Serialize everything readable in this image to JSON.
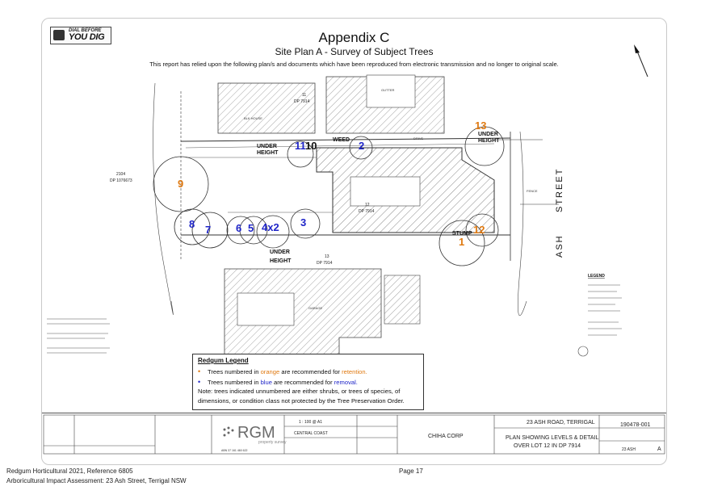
{
  "header": {
    "logo_line1": "DIAL BEFORE",
    "logo_line2": "YOU DIG",
    "title": "Appendix C",
    "subtitle": "Site Plan A - Survey of Subject Trees",
    "disclaimer": "This report has relied upon the following plan/s and documents which have been reproduced from electronic transmission and no longer to original scale."
  },
  "plan": {
    "lot_top": "11",
    "dp_top": "DP 7914",
    "lot_left": "2104",
    "dp_left": "DP 1076673",
    "lot_main": "12",
    "dp_main": "DP 7914",
    "lot_bottom": "13",
    "dp_bottom": "DP 7914",
    "street_name_1": "ASH",
    "street_name_2": "STREET",
    "trees": [
      {
        "number": "1",
        "status": "retention"
      },
      {
        "number": "2",
        "status": "removal"
      },
      {
        "number": "3",
        "status": "removal"
      },
      {
        "number": "4x2",
        "status": "removal"
      },
      {
        "number": "5",
        "status": "removal"
      },
      {
        "number": "6",
        "status": "removal"
      },
      {
        "number": "7",
        "status": "removal"
      },
      {
        "number": "8",
        "status": "removal"
      },
      {
        "number": "9",
        "status": "retention"
      },
      {
        "number": "10",
        "status": "other"
      },
      {
        "number": "11",
        "status": "removal"
      },
      {
        "number": "12",
        "status": "retention"
      },
      {
        "number": "13",
        "status": "retention"
      }
    ],
    "labels": {
      "under_height": "UNDER",
      "height": "HEIGHT",
      "weed": "WEED",
      "stump": "STUMP",
      "legend": "LEGEND"
    }
  },
  "redgum_legend": {
    "title": "Redgum Legend",
    "orange_prefix": "Trees numbered in ",
    "orange_word": "orange",
    "orange_suffix": " are recommended for ",
    "orange_action": "retention.",
    "blue_prefix": "Trees numbered in ",
    "blue_word": "blue",
    "blue_suffix": " are recommended for ",
    "blue_action": "removal.",
    "note_line1": "Note: trees indicated unnumbered are either shrubs, or trees of species, of",
    "note_line2": "dimensions, or condition class not protected by the Tree Preservation Order."
  },
  "title_block": {
    "company_logo": "RGM",
    "company_sub": "property survey",
    "client": "CHIHA CORP",
    "project": "23 ASH ROAD, TERRIGAL",
    "drawing_line1": "PLAN SHOWING LEVELS & DETAIL",
    "drawing_line2": "OVER LOT 12 IN DP 7914",
    "job_no": "190478-001",
    "scale": "1 : 100 @ A1",
    "council": "CENTRAL COAST",
    "sheet_ref": "23 ASH",
    "revision": "A",
    "abn": "ABN 37 161 460 622"
  },
  "footer": {
    "line1": "Redgum Horticultural 2021, Reference 6805",
    "line2": "Arboricultural Impact Assessment: 23 Ash Street, Terrigal NSW",
    "page": "Page 17"
  },
  "colors": {
    "retention": "#e07a12",
    "removal": "#1f25c8"
  }
}
